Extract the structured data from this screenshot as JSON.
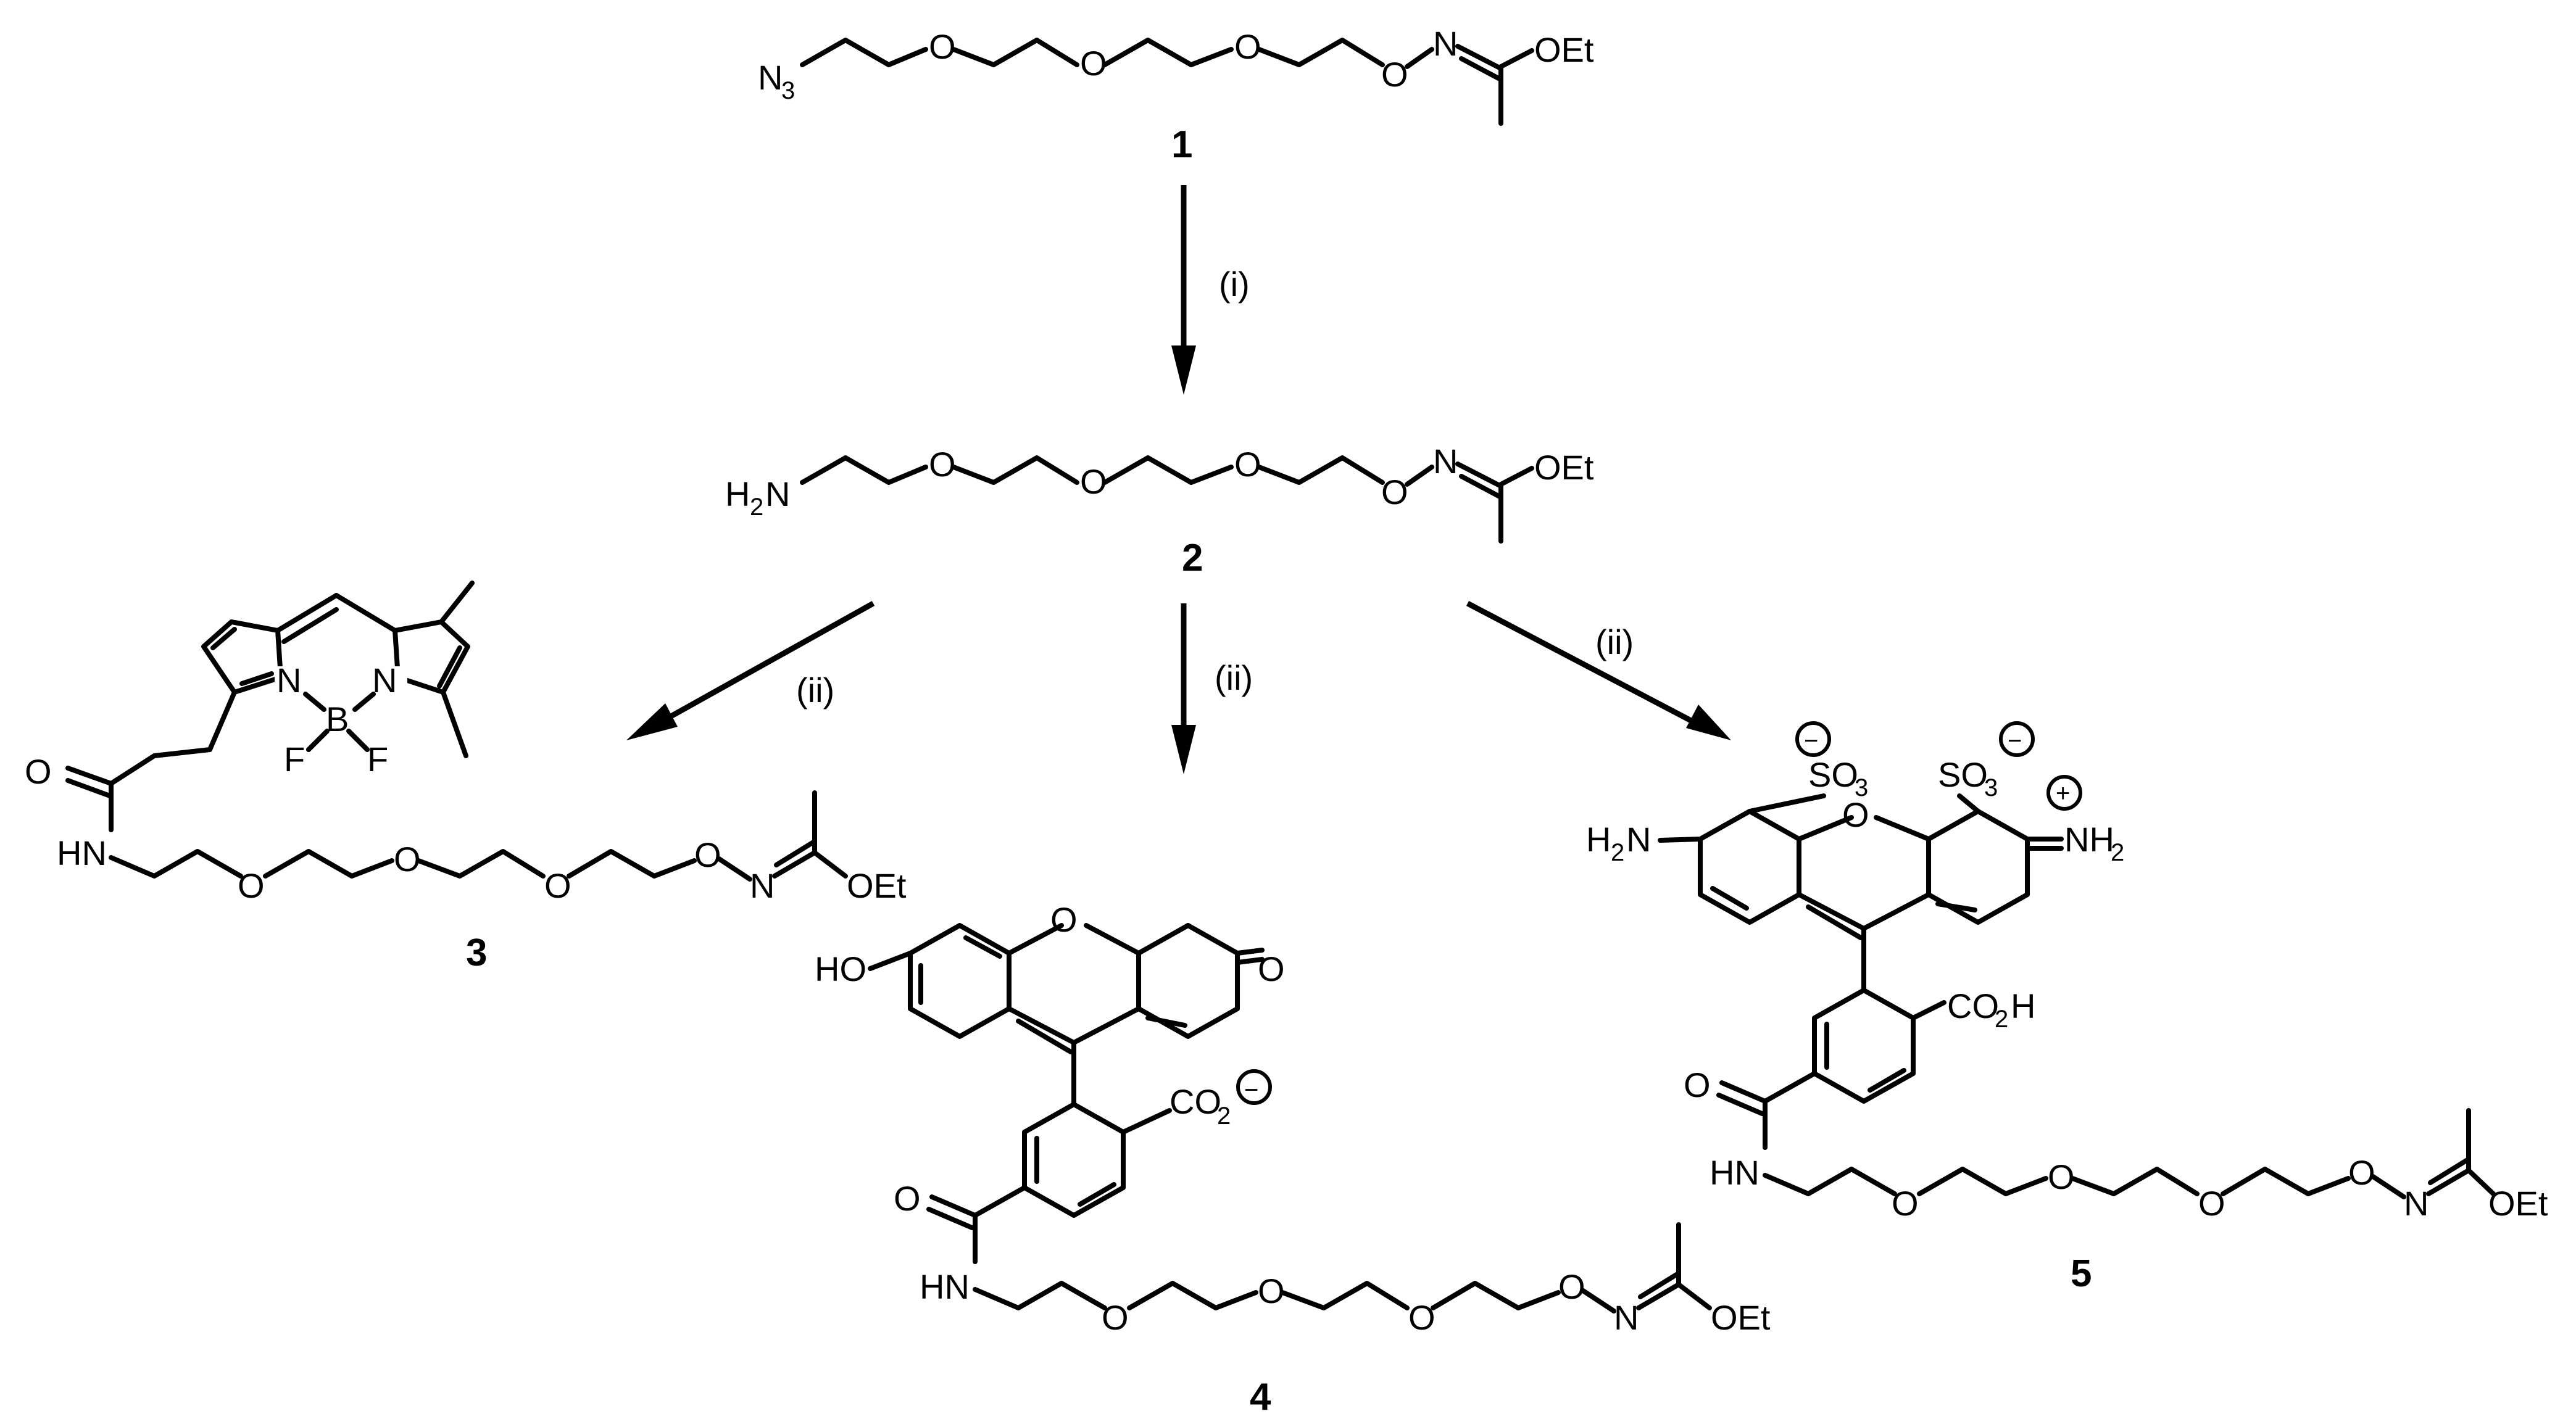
{
  "labels": {
    "N3": "N",
    "N3_sub": "3",
    "H2N": "H",
    "H2N_sub": "2",
    "H2N_N": "N",
    "O": "O",
    "N": "N",
    "OEt": "OEt",
    "HN": "HN",
    "B": "B",
    "F": "F",
    "HO": "HO",
    "CO": "CO",
    "CO_sub": "2",
    "CO2H": "CO",
    "CO2H_H": "H",
    "SO": "SO",
    "SO_sub": "3",
    "NH2_eq": "NH",
    "NH2_sub": "2",
    "minus": "−",
    "plus": "+"
  },
  "compounds": [
    "1",
    "2",
    "3",
    "4",
    "5"
  ],
  "reagents": {
    "step1": "(i)",
    "step2": "(ii)"
  }
}
